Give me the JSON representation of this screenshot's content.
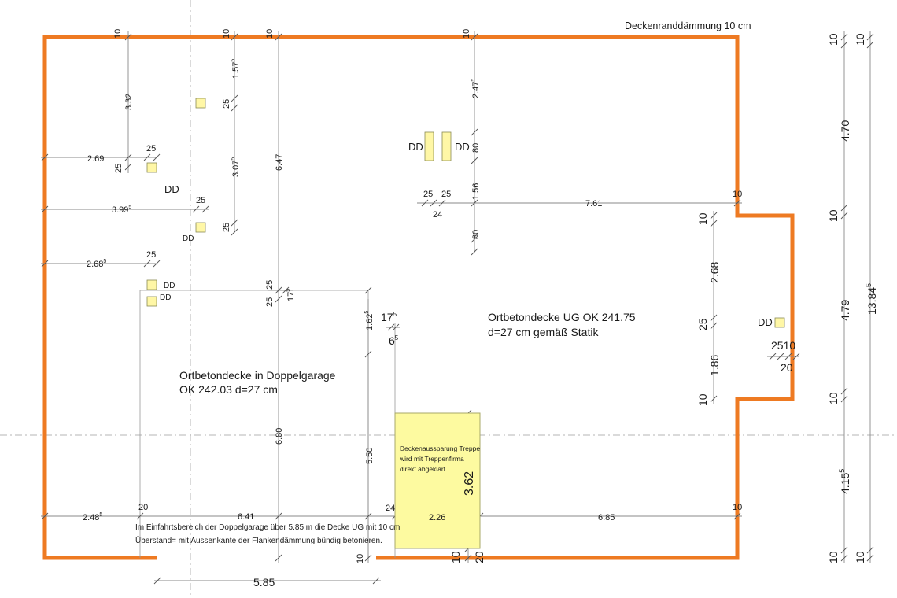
{
  "labels": {
    "edge_insulation": "Deckenranddämmung 10 cm",
    "ug_slab_1": "Ortbetondecke UG OK 241.75",
    "ug_slab_2": "d=27 cm gemäß Statik",
    "garage_slab_1": "Ortbetondecke in Doppelgarage",
    "garage_slab_2": "OK 242.03 d=27 cm",
    "stair_1": "Deckenaussparung Treppe",
    "stair_2": "wird mit Treppenfirma",
    "stair_3": "direkt abgeklärt",
    "note_1": "Im Einfahrtsbereich der Doppelgarage über 5.85 m die Decke UG mit 10 cm",
    "note_2": "Überstand= mit Aussenkante der Flankendämmung bündig betonieren.",
    "dd": "DD"
  },
  "dims": {
    "top_10_a": "10",
    "top_10_b": "10",
    "top_10_c": "10",
    "top_10_d": "10",
    "d_332": "3.32",
    "d_157": "1.57",
    "d_157_sup": "5",
    "d_25_a": "25",
    "d_307": "3.07",
    "d_307_sup": "5",
    "d_25_b": "25",
    "d_647": "6.47",
    "d_2475": "2.47",
    "d_2475_sup": "5",
    "d_269": "2.69",
    "d_25_c": "25",
    "d_25_d": "25",
    "d_3995": "3.99",
    "d_3995_sup": "5",
    "d_25_e": "25",
    "d_2685": "2.68",
    "d_2685_sup": "5",
    "d_25_f": "25",
    "d_80_a": "80",
    "d_156": "1.56",
    "d_80_b": "80",
    "d_25_g": "25",
    "d_25_h": "25",
    "d_24_a": "24",
    "d_761": "7.61",
    "d_10_e": "10",
    "d_25_i": "25",
    "d_25_j": "25",
    "d_17": "17",
    "d_17_sup": "5",
    "d_162": "1.62",
    "d_162_sup": "5",
    "d_175": "17",
    "d_175_sup": "5",
    "d_65": "6",
    "d_65_sup": "5",
    "d_680": "6.80",
    "d_550": "5.50",
    "d_362": "3.62",
    "d_2485": "2.48",
    "d_2485_sup": "5",
    "d_20_a": "20",
    "d_641": "6.41",
    "d_24_b": "24",
    "d_226": "2.26",
    "d_685": "6.85",
    "d_10_f": "10",
    "d_10_g": "10",
    "d_10_h": "10",
    "d_20_b": "20",
    "d_585": "5.85",
    "r_10_a": "10",
    "r_268": "2.68",
    "r_25": "25",
    "r_186": "1.86",
    "r_10_b": "10",
    "r_2510": "2510",
    "r_20": "20",
    "c1_10_a": "10",
    "c1_470": "4.70",
    "c1_10_b": "10",
    "c1_479": "4.79",
    "c1_10_c": "10",
    "c1_4155": "4.15",
    "c1_4155_sup": "5",
    "c1_10_d": "10",
    "c2_10_a": "10",
    "c2_1384": "13.84",
    "c2_1384_sup": "5",
    "c2_10_b": "10"
  },
  "colors": {
    "outline": "#ee7a22",
    "dd_fill": "#fff7a6",
    "stair_fill": "#fdfaa0"
  }
}
